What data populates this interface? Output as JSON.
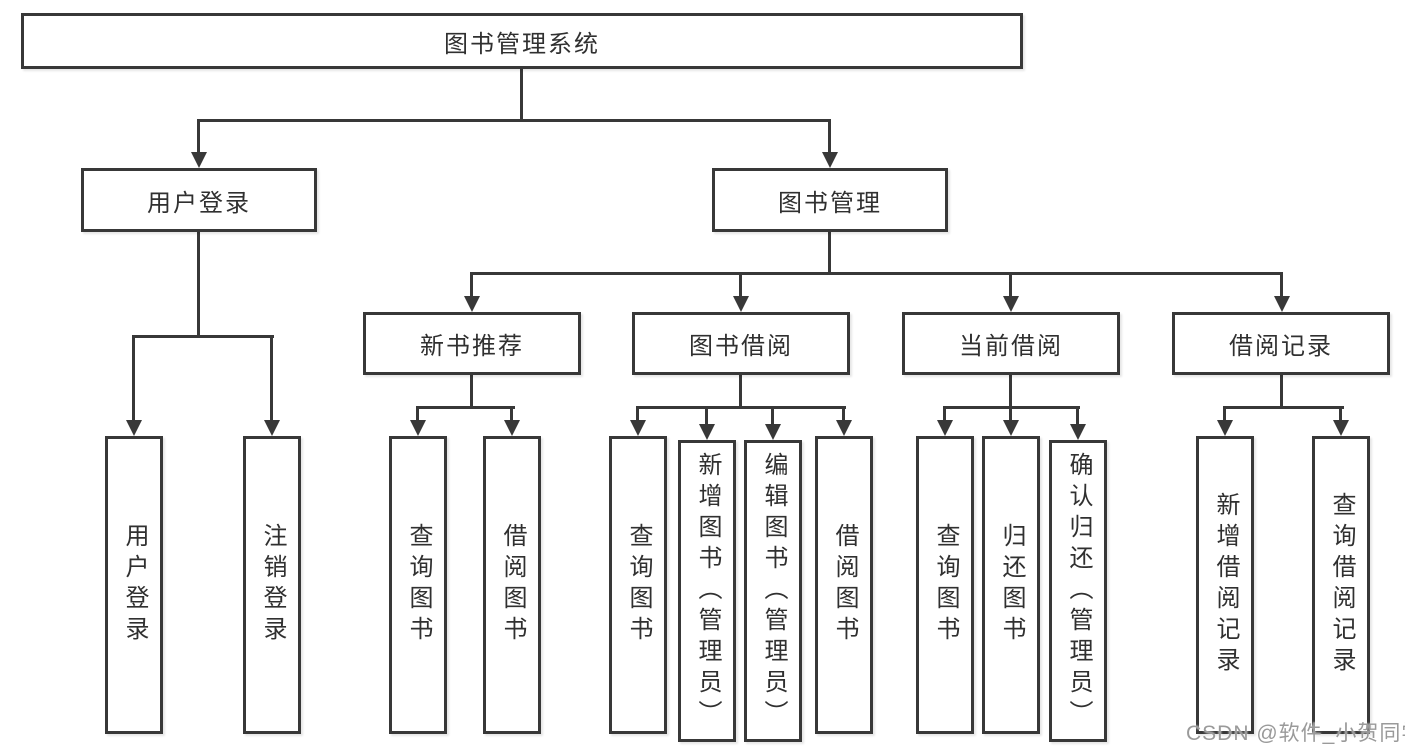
{
  "diagram": {
    "root": "图书管理系统",
    "user": {
      "label": "用户登录",
      "children": {
        "login": "用户登录",
        "logout": "注销登录"
      }
    },
    "management": {
      "label": "图书管理",
      "new_books": {
        "label": "新书推荐",
        "children": {
          "query": "查询图书",
          "borrow": "借阅图书"
        }
      },
      "borrowing": {
        "label": "图书借阅",
        "children": {
          "query": "查询图书",
          "add": "新增图书（管理员）",
          "edit": "编辑图书（管理员）",
          "borrow": "借阅图书"
        }
      },
      "current": {
        "label": "当前借阅",
        "children": {
          "query": "查询图书",
          "return": "归还图书",
          "confirm": "确认归还（管理员）"
        }
      },
      "records": {
        "label": "借阅记录",
        "children": {
          "add": "新增借阅记录",
          "query": "查询借阅记录"
        }
      }
    }
  },
  "watermark": "CSDN @软件_小贺同学",
  "colors": {
    "line": "#383838",
    "border": "#383838",
    "text": "#303030",
    "watermark": "#9a9a9a",
    "background": "#ffffff"
  }
}
